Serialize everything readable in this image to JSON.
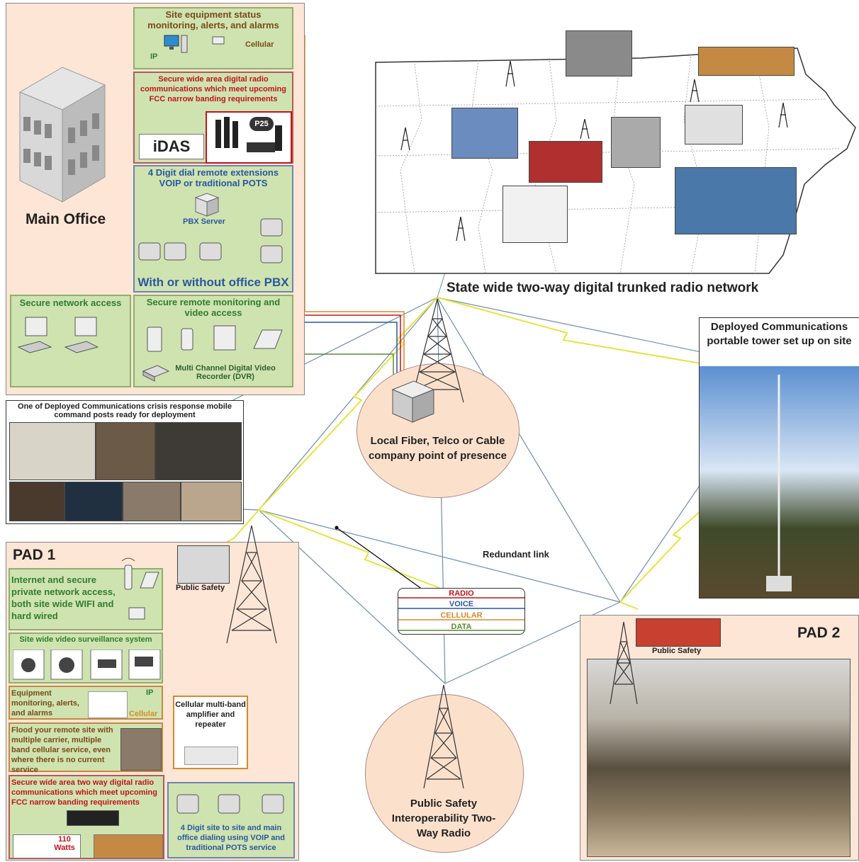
{
  "main_office": {
    "title": "Main Office",
    "status_box": {
      "title": "Site equipment status monitoring, alerts, and alarms",
      "ip": "IP",
      "cellular": "Cellular"
    },
    "radio_box": {
      "title": "Secure wide area digital radio communications which meet upcoming FCC narrow banding requirements",
      "idas_logo": "iDAS",
      "p25_logo": "P25"
    },
    "pbx_box": {
      "title": "4 Digit dial remote extensions VOIP or traditional POTS",
      "server": "PBX Server",
      "footer": "With or without office PBX"
    },
    "network_box": {
      "title": "Secure network access"
    },
    "monitoring_box": {
      "title": "Secure remote monitoring and video access",
      "dvr": "Multi Channel Digital Video Recorder (DVR)"
    }
  },
  "mobile_command": {
    "caption": "One of Deployed Communications crisis response mobile command posts ready for deployment"
  },
  "state_network": {
    "caption": "State wide two-way digital trunked radio network"
  },
  "pop": {
    "label": "Local Fiber, Telco or Cable company point of presence"
  },
  "portable_tower": {
    "caption": "Deployed Communications portable tower set up on site"
  },
  "redundant_link": {
    "label": "Redundant link"
  },
  "legend": {
    "radio": "RADIO",
    "voice": "VOICE",
    "cellular": "CELLULAR",
    "data": "DATA"
  },
  "pad1": {
    "title": "PAD 1",
    "public_safety": "Public Safety",
    "internet_box": "Internet and secure private network access, both site wide WIFI and hard wired",
    "video_box": "Site wide video surveillance system",
    "equipment_box": {
      "text": "Equipment monitoring, alerts, and alarms",
      "ip": "IP",
      "cellular": "Cellular"
    },
    "amplifier_box": "Cellular multi-band amplifier and repeater",
    "flood_box": "Flood your remote site with multiple carrier, multiple band cellular service, even where there is no current service",
    "radio_box": "Secure wide area two way digital radio communications which meet upcoming FCC narrow banding requirements",
    "watts": "110 Watts",
    "dial_box": "4 Digit site to site and main office dialing using VOIP and traditional POTS service"
  },
  "pad2": {
    "title": "PAD 2",
    "public_safety": "Public Safety"
  },
  "public_safety_radio": {
    "label": "Public Safety Interoperability Two-Way Radio"
  },
  "colors": {
    "radio": "#c0141a",
    "voice": "#2a57a0",
    "cellular": "#d88a2a",
    "data": "#5a8a3a",
    "wireless": "#e8e23a"
  }
}
